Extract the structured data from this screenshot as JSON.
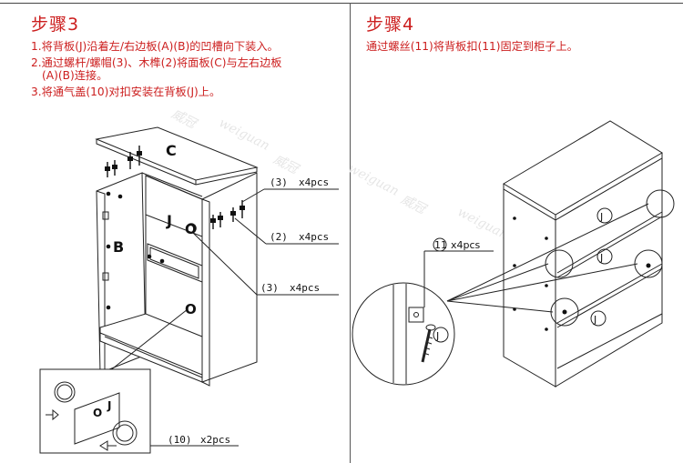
{
  "step3": {
    "title": "步骤3",
    "instructions": [
      "1.将背板(J)沿着左/右边板(A)(B)的凹槽向下装入。",
      "2.通过螺杆/螺帽(3)、木榫(2)将面板(C)与左右边板",
      "(A)(B)连接。",
      "3.将通气盖(10)对扣安装在背板(J)上。"
    ],
    "labels": {
      "panel_c": "C",
      "panel_b": "B",
      "panel_j": "J",
      "vent_o_upper": "O",
      "vent_o_lower": "O",
      "detail_o": "O",
      "detail_j": "J"
    },
    "callouts": [
      {
        "part": "(3)",
        "qty": "x4pcs"
      },
      {
        "part": "(2)",
        "qty": "x4pcs"
      },
      {
        "part": "(3)",
        "qty": "x4pcs"
      },
      {
        "part": "(10)",
        "qty": "x2pcs"
      }
    ]
  },
  "step4": {
    "title": "步骤4",
    "instruction": "通过螺丝(11)将背板扣(11)固定到柜子上。",
    "labels": {
      "j1": "J",
      "j2": "J",
      "j3": "J",
      "detail_j": "J"
    },
    "callout": {
      "part": "11",
      "qty": "x4pcs"
    }
  },
  "watermark": {
    "brand_latin": "weiguan",
    "brand_cn": "威冠"
  },
  "colors": {
    "heading": "#cc1e1e",
    "line": "#222222"
  }
}
